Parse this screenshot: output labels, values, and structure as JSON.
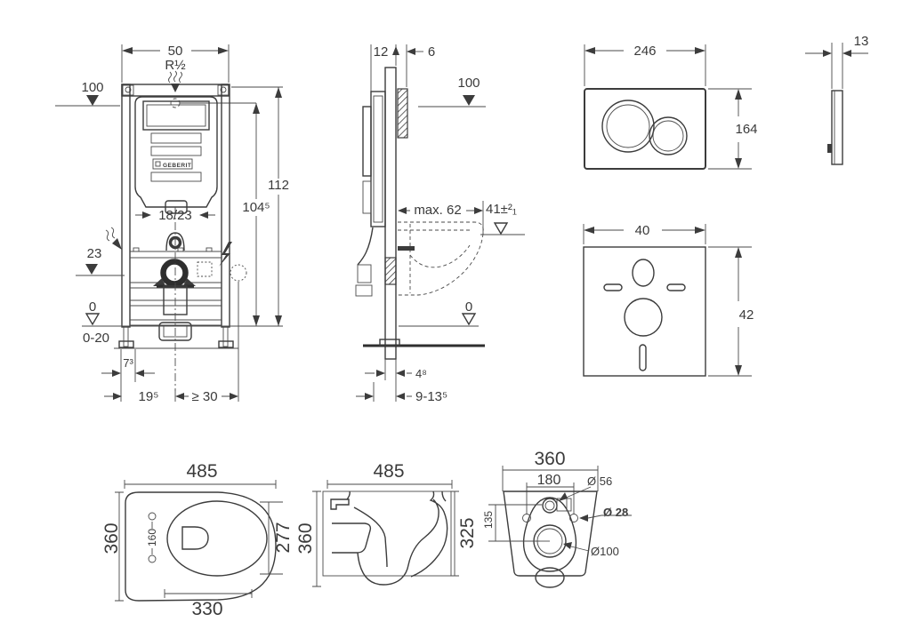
{
  "colors": {
    "background": "#ffffff",
    "line": "#3c3c3c",
    "text": "#3a3a3a"
  },
  "installation_front": {
    "width": "50",
    "inlet": "R½",
    "level_top": "100",
    "height_total": "112",
    "height_outlet": "104⁵",
    "supply_range": "18/23",
    "level_drain": "23",
    "level_zero": "0",
    "floor_adjust": "0-20",
    "dim_foot": "7³",
    "dim_outlet_offset": "19⁵",
    "dim_min_clearance": "≥ 30",
    "brand": "GEBERIT"
  },
  "installation_side": {
    "dim_depth": "12",
    "dim_plate": "6",
    "level_top": "100",
    "dim_max": "max. 62",
    "dim_seat": "41±²₁",
    "level_zero": "0",
    "dim_rail": "4⁸",
    "dim_pipe": "9-13⁵"
  },
  "flush_plate": {
    "width": "246",
    "height": "164",
    "thickness": "13"
  },
  "sound_mat": {
    "width": "40",
    "height": "42"
  },
  "pan_top": {
    "length": "485",
    "width": "360",
    "dim_hinge": "160",
    "dim_seat": "277",
    "dim_bowl": "330"
  },
  "pan_side": {
    "length": "485",
    "height": "360",
    "dim_front": "325"
  },
  "pan_back": {
    "width": "360",
    "dim_bolts": "180",
    "dim_height": "135",
    "dia_inlet": "Ø 56",
    "dia_bolt": "Ø 28",
    "dia_outlet": "Ø100"
  }
}
